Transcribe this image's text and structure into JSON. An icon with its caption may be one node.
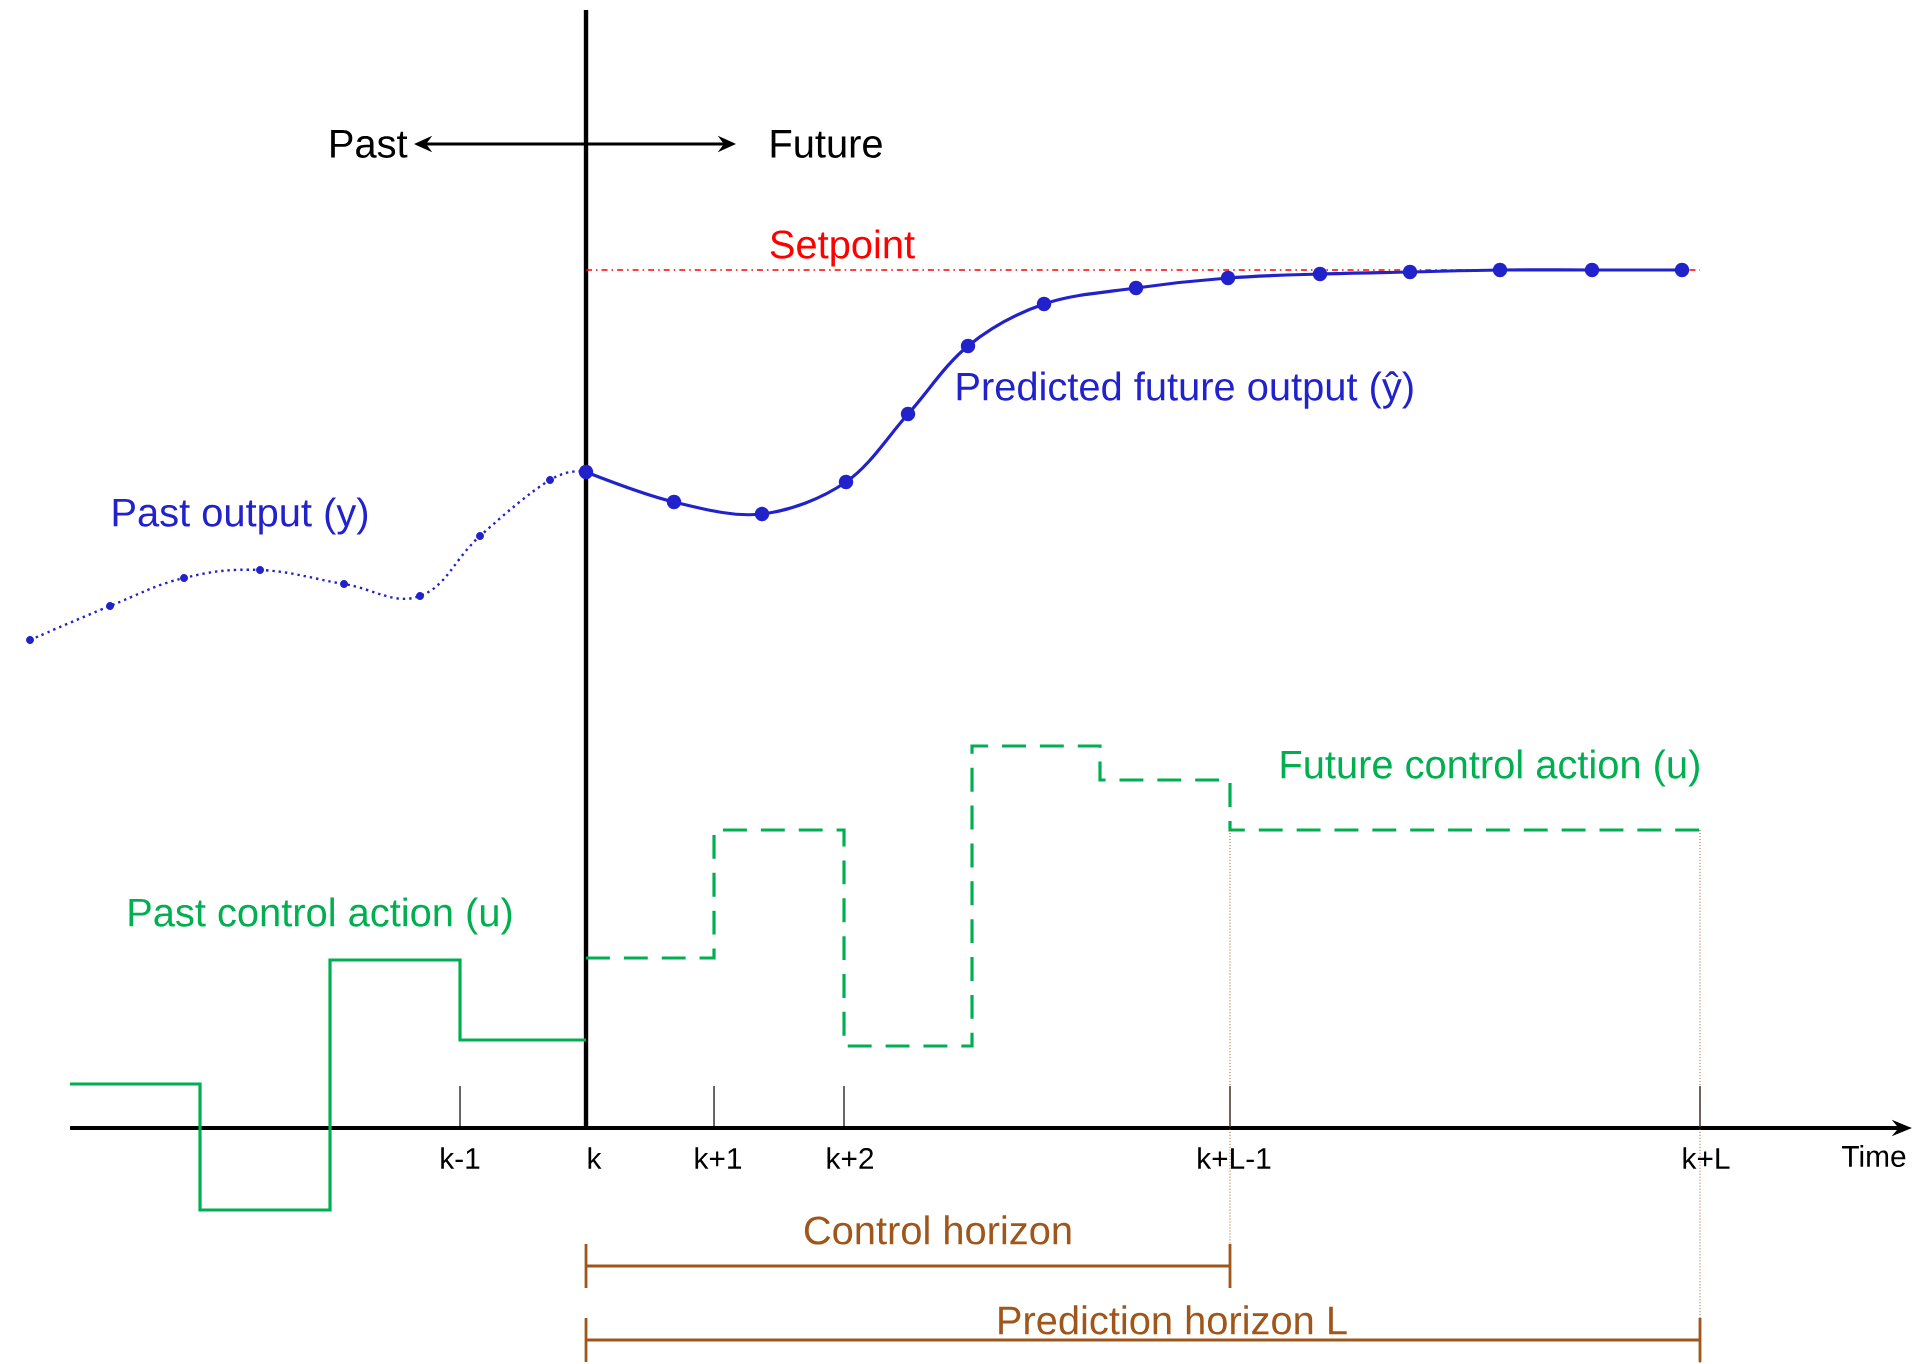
{
  "diagram": {
    "labels": [
      "Past",
      "Future",
      "Setpoint",
      "Predicted future output (ŷ)",
      "Past output (y)",
      "Future control action (u)",
      "Past control action (u)",
      "k-1",
      "k",
      "k+1",
      "k+2",
      "k+L-1",
      "k+L",
      "Time",
      "Control horizon",
      "Prediction horizon L"
    ]
  }
}
